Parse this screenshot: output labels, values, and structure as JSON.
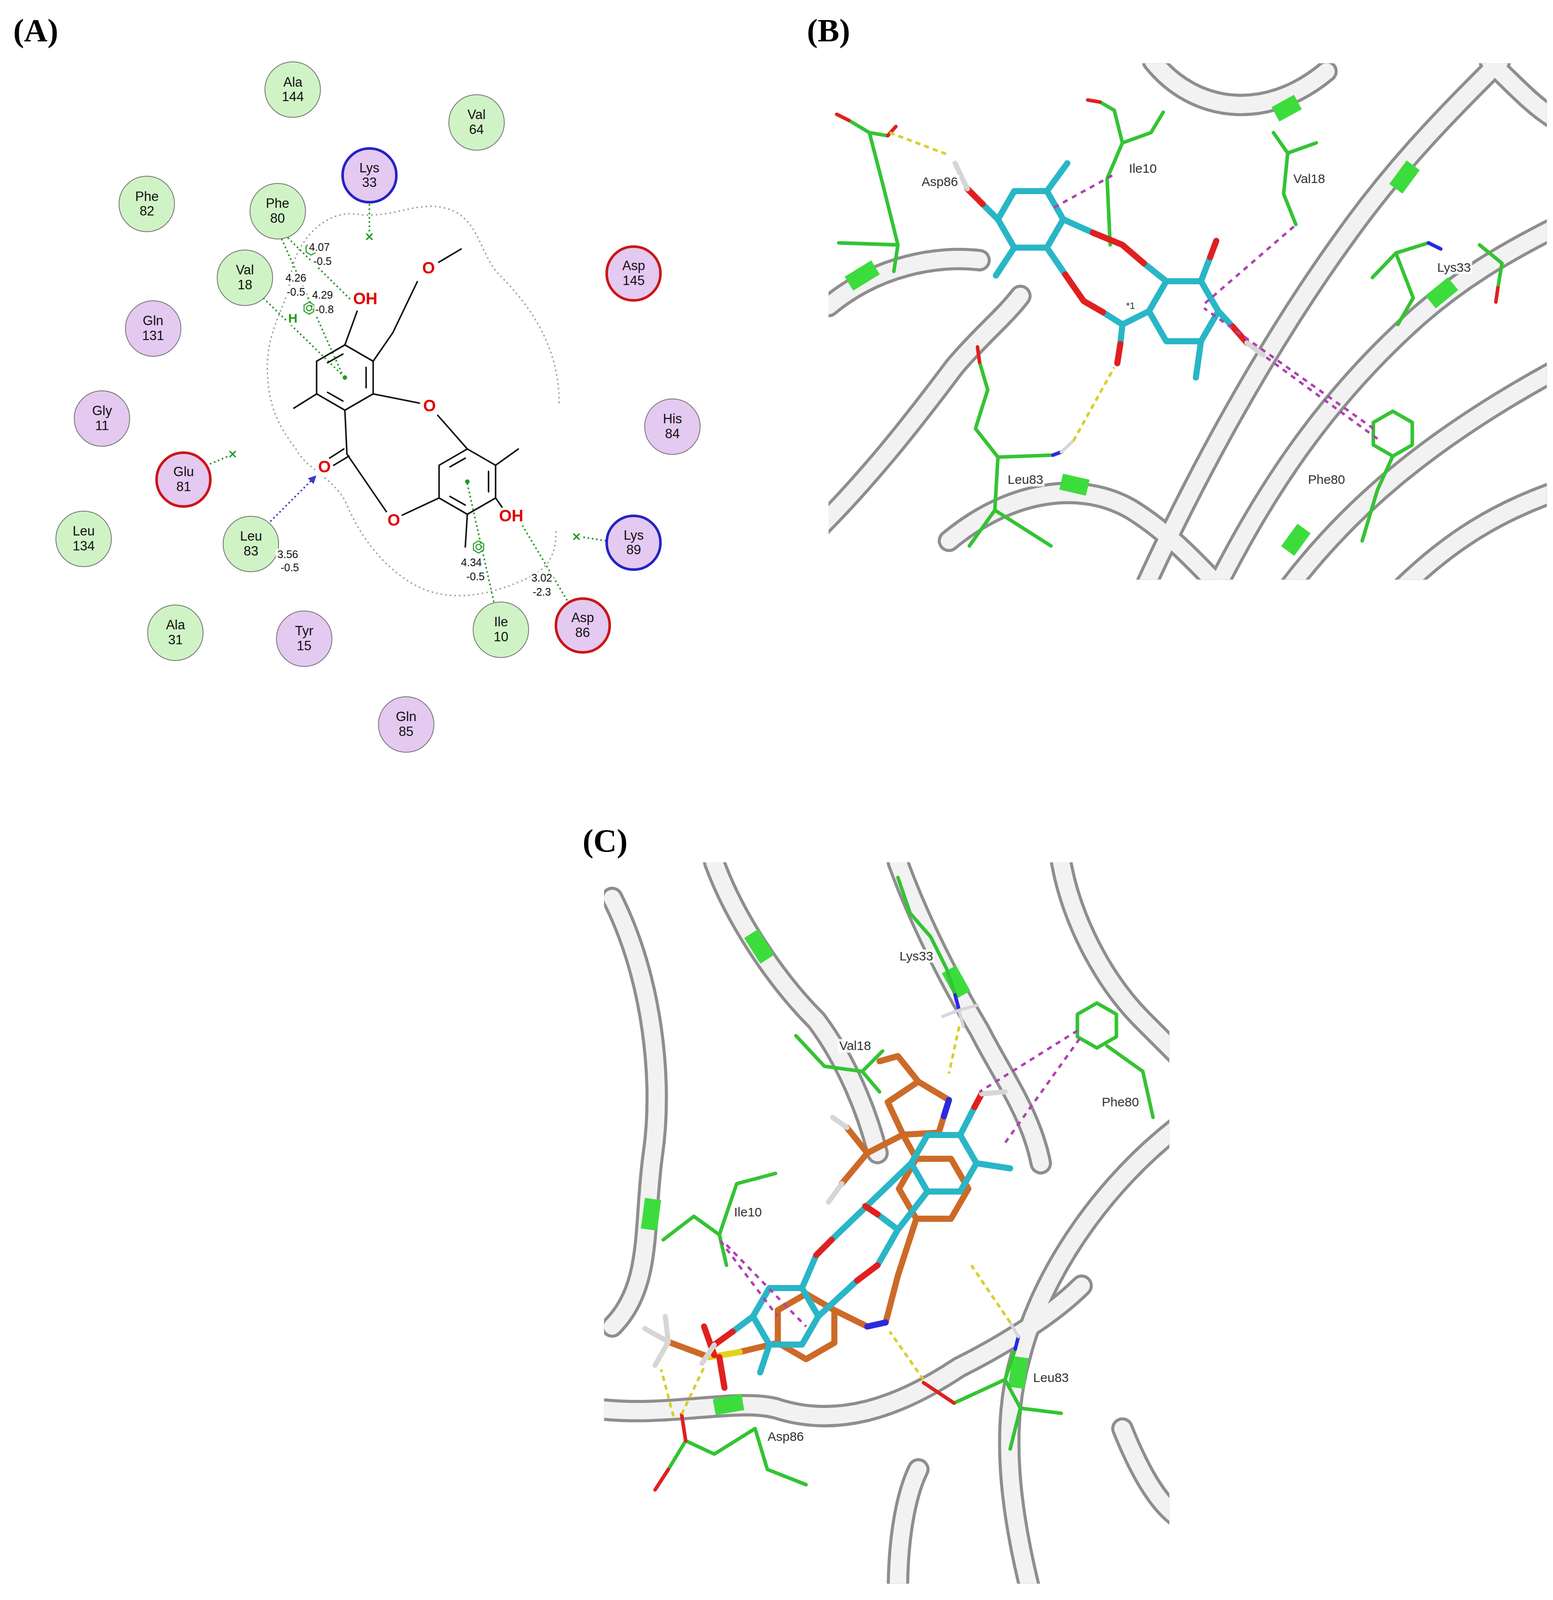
{
  "diagram": {
    "nodes": [
      {
        "text": [
          "Ala 144"
        ]
      },
      {
        "text": [
          "Val 64"
        ]
      },
      {
        "text": [
          "Lys 33"
        ]
      },
      {
        "text": [
          "Phe 82"
        ]
      },
      {
        "text": [
          "Phe 80"
        ]
      },
      {
        "text": [
          "Asp 145"
        ]
      },
      {
        "text": [
          "Val 18"
        ]
      },
      {
        "text": [
          "Gln 131"
        ]
      },
      {
        "text": [
          "Gly 11"
        ]
      },
      {
        "text": [
          "His 84"
        ]
      },
      {
        "text": [
          "Glu 81"
        ]
      },
      {
        "text": [
          "Leu 134"
        ]
      },
      {
        "text": [
          "Leu 83"
        ]
      },
      {
        "text": [
          "Lys 89"
        ]
      },
      {
        "text": [
          "Asp 86"
        ]
      },
      {
        "text": [
          "Ile 10"
        ]
      },
      {
        "text": [
          "Ala 31"
        ]
      },
      {
        "text": [
          "Tyr 15"
        ]
      },
      {
        "text": [
          "Gln 85"
        ]
      }
    ],
    "labels": [
      "(A)",
      "(B)",
      "(C)",
      "OH",
      "O",
      "O",
      "O",
      "O",
      "OH",
      "H",
      "4.07",
      "-0.5",
      "4.26",
      "-0.5",
      "4.29",
      "-0.8",
      "3.56",
      "-0.5",
      "4.34",
      "-0.5",
      "3.02",
      "-2.3",
      "Asp86",
      "Ile10",
      "Val18",
      "Lys33",
      "*1",
      "Leu83",
      "Phe80",
      "Lys33",
      "Val18",
      "Phe80",
      "Ile10",
      "Leu83",
      "Asp86"
    ]
  }
}
